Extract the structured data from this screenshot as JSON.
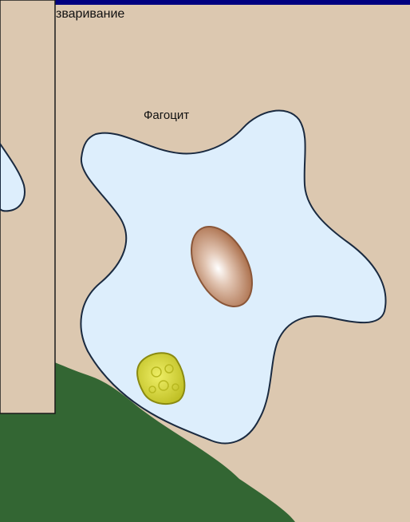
{
  "slide": {
    "heading_fragment": "зваривание",
    "cell_label": "Фагоцит"
  },
  "colors": {
    "frame": "#000080",
    "background": "#dcc8b0",
    "tissue": "#336633",
    "cell_fill": "#ddeefc",
    "cell_outline": "#1a2a40",
    "nucleus": "#b07a55",
    "particle": "#d4d43a"
  },
  "shapes": {
    "cell": "phagocyte-cell",
    "nucleus": "cell-nucleus",
    "particle": "engulfed-particle",
    "tissue": "tissue-layer"
  }
}
